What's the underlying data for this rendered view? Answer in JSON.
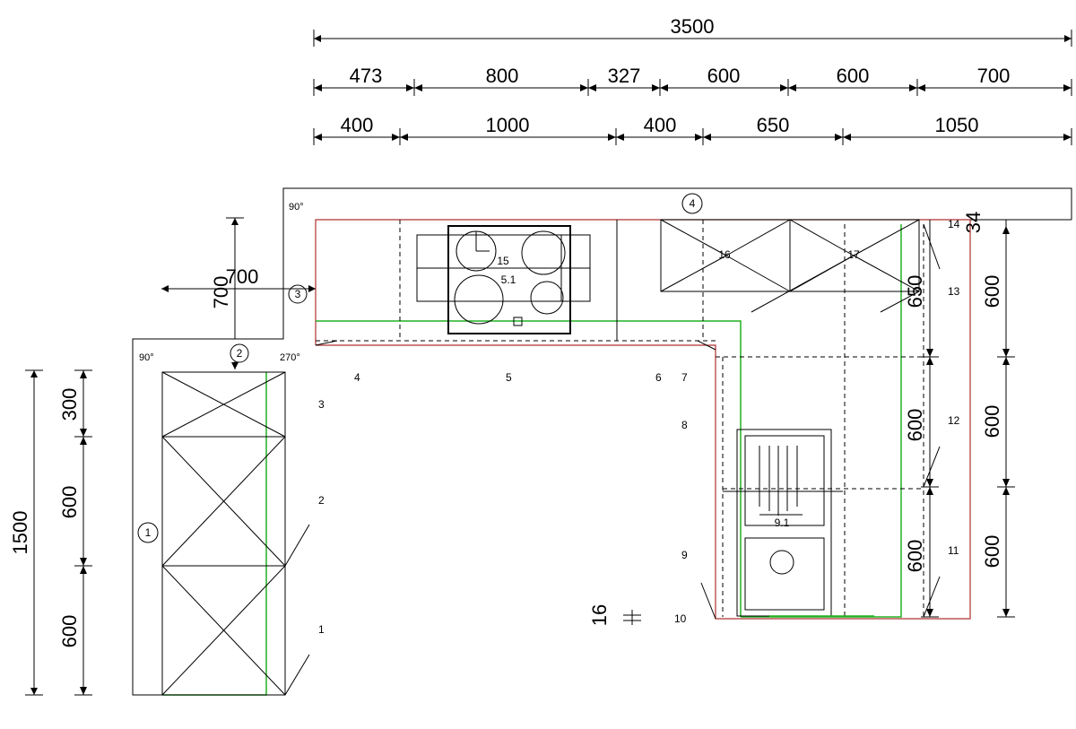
{
  "top_dimensions": {
    "overall": "3500",
    "row2": [
      "473",
      "800",
      "327",
      "600",
      "600",
      "700"
    ],
    "row3": [
      "400",
      "1000",
      "400",
      "650",
      "1050"
    ]
  },
  "left_dimensions": {
    "overall": "1500",
    "segments": [
      "300",
      "600",
      "600"
    ]
  },
  "right_dimensions": {
    "segments": [
      "600",
      "600",
      "600"
    ],
    "top_small": "34"
  },
  "inner_dimensions": {
    "right_col_1": "650",
    "right_col_2": "600",
    "right_col_3": "600",
    "offset_h": "700",
    "offset_v": "700",
    "bottom_small": "16"
  },
  "wall_markers": [
    "1",
    "2",
    "3",
    "4"
  ],
  "angles": [
    "90°",
    "90°",
    "270°"
  ],
  "cabinet_labels": [
    "1",
    "2",
    "3",
    "4",
    "5",
    "6",
    "7",
    "8",
    "9",
    "10",
    "11",
    "12",
    "13",
    "14"
  ],
  "appliance_labels": {
    "hob_a": "15",
    "hob_b": "5.1",
    "wall_unit_a": "16",
    "wall_unit_b": "17",
    "sink": "9.1"
  }
}
